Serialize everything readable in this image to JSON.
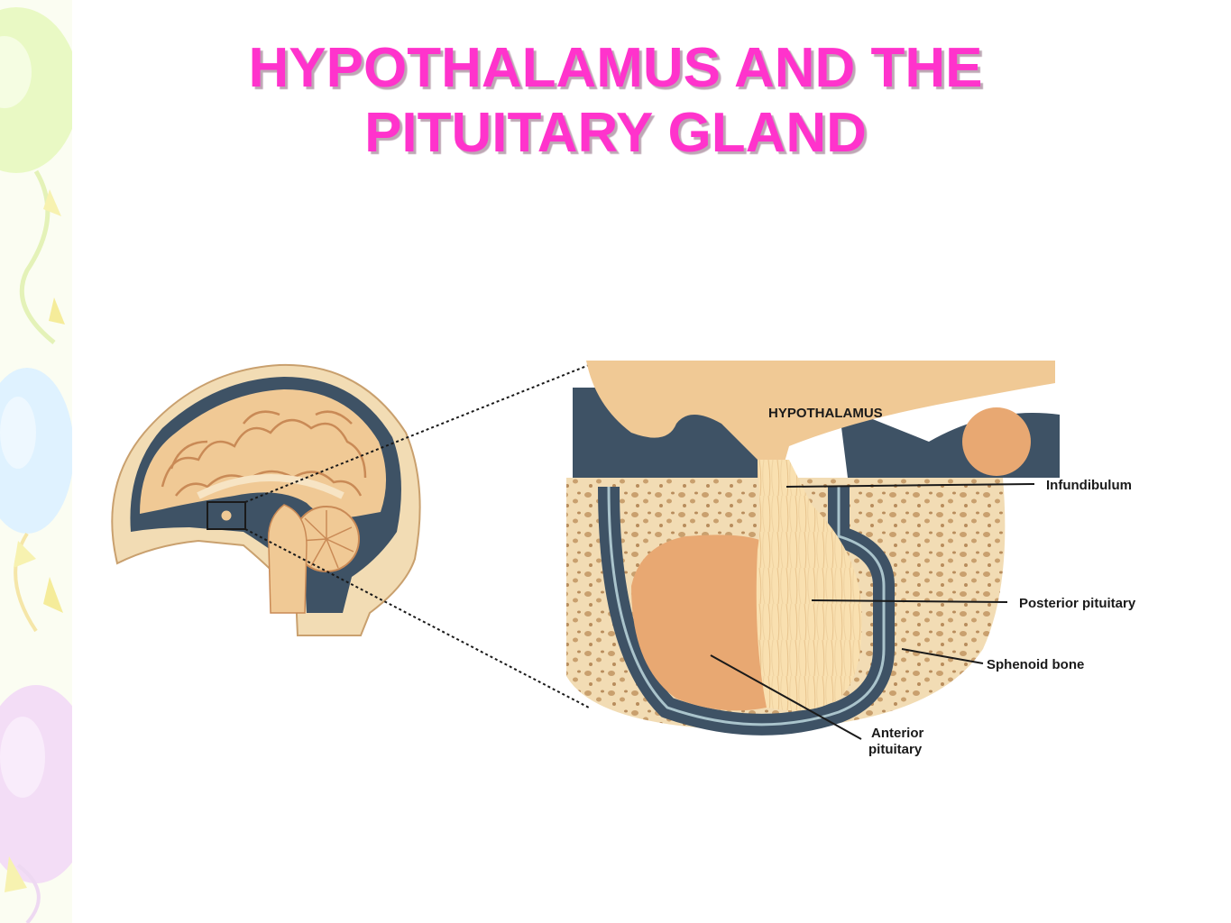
{
  "slide": {
    "title_line1": "HYPOTHALAMUS AND THE",
    "title_line2": "PITUITARY GLAND",
    "title_color": "#ff33cc",
    "background": "#ffffff",
    "decoration": "pastel balloons with streamers along left edge"
  },
  "diagram": {
    "labels": {
      "hypothalamus": "HYPOTHALAMUS",
      "infundibulum": "Infundibulum",
      "posterior_pituitary": "Posterior pituitary",
      "sphenoid_bone": "Sphenoid bone",
      "anterior_line1": "Anterior",
      "anterior_line2": "pituitary"
    },
    "colors": {
      "tissue": "#f0c995",
      "skull": "#f2dcb4",
      "csf": "#3e5265",
      "anterior": "#e8a872",
      "posterior": "#f9e0b0",
      "bone_pores": "#c9a06e"
    }
  }
}
